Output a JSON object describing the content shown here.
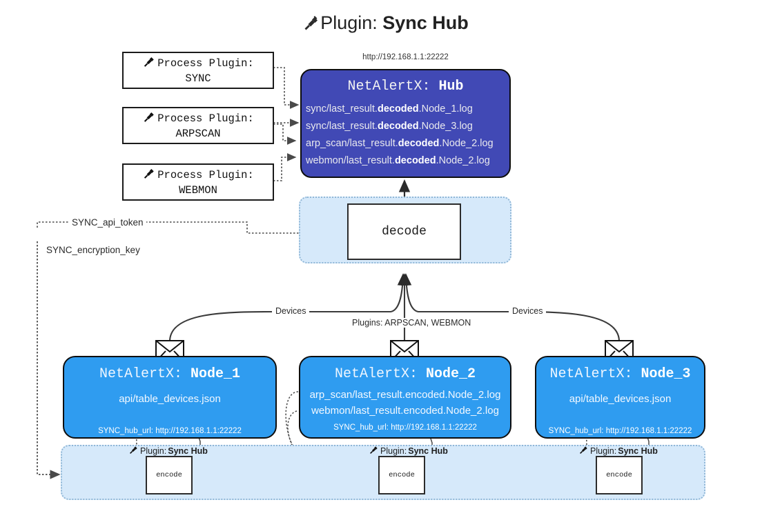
{
  "title": {
    "icon": "plug-icon",
    "prefix": "Plugin:",
    "name": "Sync Hub"
  },
  "process_plugins": [
    {
      "icon": "plug-icon",
      "line1": "Process Plugin:",
      "line2": "SYNC"
    },
    {
      "icon": "plug-icon",
      "line1": "Process Plugin:",
      "line2": "ARPSCAN"
    },
    {
      "icon": "plug-icon",
      "line1": "Process Plugin:",
      "line2": "WEBMON"
    }
  ],
  "hub": {
    "url": "http://192.168.1.1:22222",
    "app": "NetAlertX:",
    "name": "Hub",
    "logs": [
      {
        "pre": "sync/last_result.",
        "bold": "decoded",
        "post": ".Node_1.log"
      },
      {
        "pre": "sync/last_result.",
        "bold": "decoded",
        "post": ".Node_3.log"
      },
      {
        "pre": "arp_scan/last_result.",
        "bold": "decoded",
        "post": ".Node_2.log"
      },
      {
        "pre": "webmon/last_result.",
        "bold": "decoded",
        "post": ".Node_2.log"
      }
    ]
  },
  "decode": {
    "label": "decode"
  },
  "tokens": [
    {
      "label": "SYNC_api_token"
    },
    {
      "label": "SYNC_encryption_key"
    }
  ],
  "edge_labels": {
    "left_devices": "Devices",
    "right_devices": "Devices",
    "center_plugins": "Plugins: ARPSCAN, WEBMON"
  },
  "nodes": [
    {
      "app": "NetAlertX:",
      "name": "Node_1",
      "icon": "envelope-icon",
      "rows": [
        "api/table_devices.json"
      ],
      "url": "SYNC_hub_url: http://192.168.1.1:22222"
    },
    {
      "app": "NetAlertX:",
      "name": "Node_2",
      "icon": "envelope-icon",
      "rows": [
        "arp_scan/last_result.encoded.Node_2.log",
        "webmon/last_result.encoded.Node_2.log"
      ],
      "url": "SYNC_hub_url: http://192.168.1.1:22222"
    },
    {
      "app": "NetAlertX:",
      "name": "Node_3",
      "icon": "envelope-icon",
      "rows": [
        "api/table_devices.json"
      ],
      "url": "SYNC_hub_url: http://192.168.1.1:22222"
    }
  ],
  "encoders": [
    {
      "icon": "plug-icon",
      "prefix": "Plugin:",
      "name": "Sync Hub",
      "box": "encode"
    },
    {
      "icon": "plug-icon",
      "prefix": "Plugin:",
      "name": "Sync Hub",
      "box": "encode"
    },
    {
      "icon": "plug-icon",
      "prefix": "Plugin:",
      "name": "Sync Hub",
      "box": "encode"
    }
  ],
  "colors": {
    "hub_blue": "#4149b5",
    "node_blue": "#2f9cf0",
    "container_blue": "#d6e9fa",
    "container_border": "#8fb6d6",
    "stroke": "#2b2b2b"
  }
}
